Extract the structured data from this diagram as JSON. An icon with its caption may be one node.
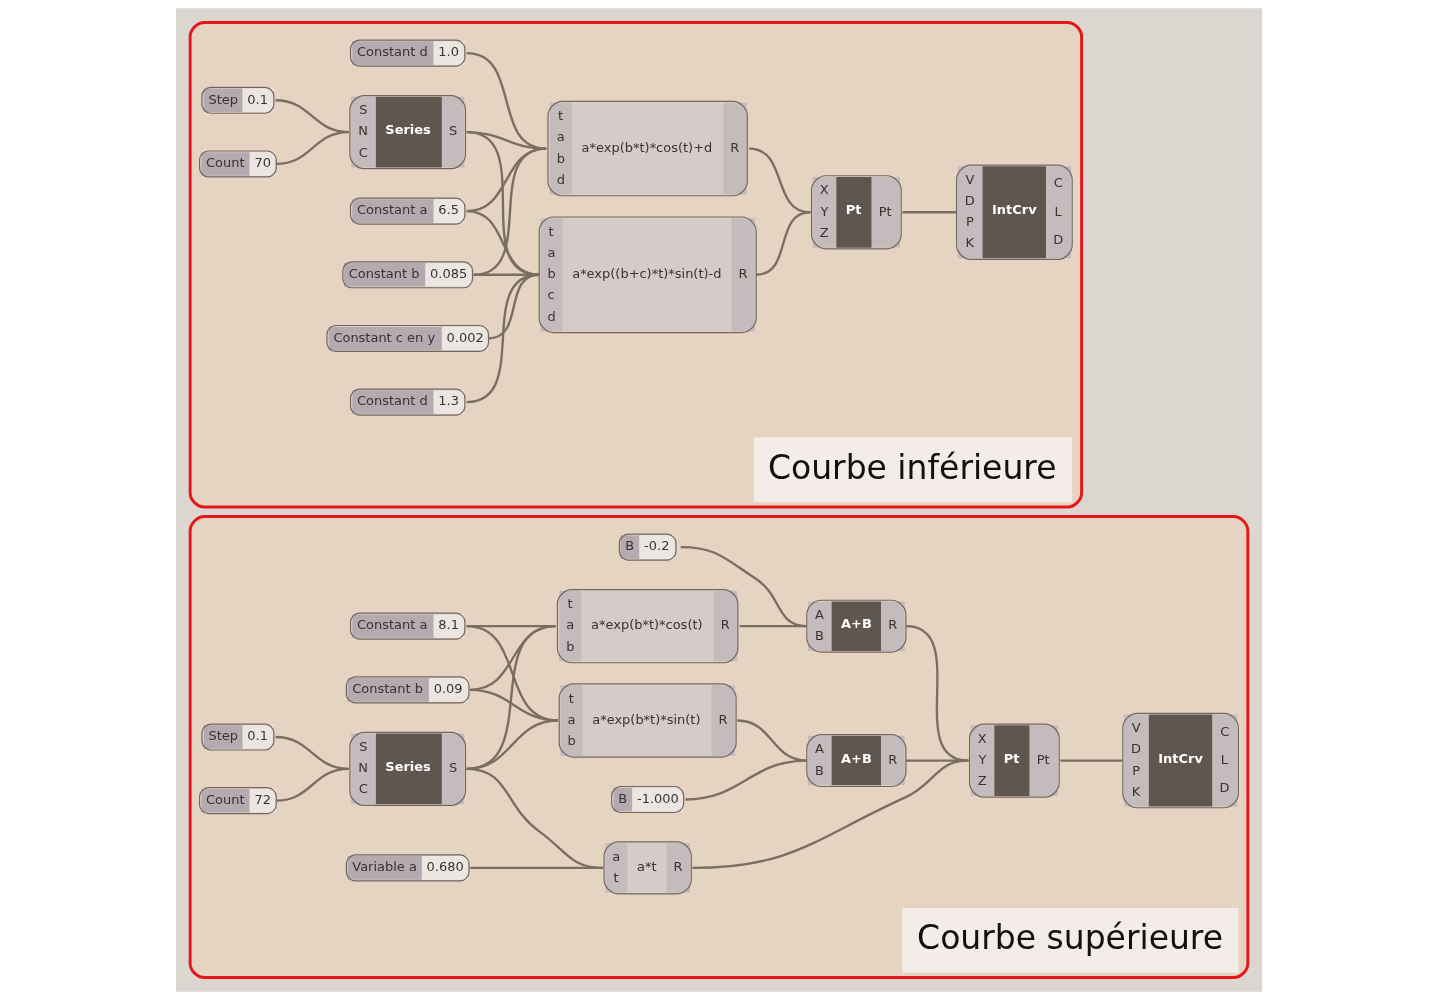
{
  "diagram": {
    "nodes": [
      {
        "text": [
          "Courbe supérieure"
        ]
      },
      {
        "text": [
          "Constant a",
          "8.1"
        ],
        "in": 0
      },
      {
        "text": [
          "Constant b",
          "0.09"
        ],
        "in": 0
      },
      {
        "text": [
          "Step",
          "0.1"
        ],
        "in": 0
      },
      {
        "text": [
          "Count",
          "72"
        ],
        "in": 0
      },
      {
        "text": [
          "Variable a",
          "0.680"
        ],
        "in": 0
      },
      {
        "text": [
          "S",
          "N",
          "C",
          "Series",
          "S"
        ],
        "in": 0
      },
      {
        "text": [
          "t",
          "a",
          "b",
          "a*exp(b*t)*cos(t)",
          "R"
        ],
        "in": 0
      },
      {
        "text": [
          "B",
          "-0.2"
        ],
        "in": 0
      },
      {
        "text": [
          "A",
          "B",
          "A+B",
          "R"
        ],
        "in": 0
      },
      {
        "text": [
          "t",
          "a",
          "b",
          "a*exp(b*t)*sin(t)",
          "R"
        ],
        "in": 0
      },
      {
        "text": [
          "A",
          "B",
          "A+B",
          "R"
        ],
        "in": 0
      },
      {
        "text": [
          "B",
          "-1.000"
        ],
        "in": 0
      },
      {
        "text": [
          "a",
          "t",
          "a*t",
          "R"
        ],
        "in": 0
      },
      {
        "text": [
          "X",
          "Y",
          "Z",
          "Pt",
          "Pt"
        ],
        "in": 0
      },
      {
        "text": [
          "V",
          "D",
          "P",
          "K",
          "IntCrv",
          "C",
          "L",
          "D"
        ],
        "in": 0
      },
      {
        "text": [
          "Courbe inférieure"
        ]
      },
      {
        "text": [
          "Constant d",
          "1.0"
        ],
        "in": 16
      },
      {
        "text": [
          "Constant a",
          "6.5"
        ],
        "in": 16
      },
      {
        "text": [
          "Constant b",
          "0.085"
        ],
        "in": 16
      },
      {
        "text": [
          "Step",
          "0.1"
        ],
        "in": 16
      },
      {
        "text": [
          "Count",
          "70"
        ],
        "in": 16
      },
      {
        "text": [
          "S",
          "N",
          "C",
          "Series",
          "S"
        ],
        "in": 16
      },
      {
        "text": [
          "t",
          "a",
          "b",
          "d",
          "a*exp(b*t)*cos(t)+d",
          "R"
        ],
        "in": 16
      },
      {
        "text": [
          "t",
          "a",
          "b",
          "c",
          "d",
          "a*exp((b+c)*t)*sin(t)-d",
          "R"
        ],
        "in": 16
      },
      {
        "text": [
          "Constant c en y",
          "0.002"
        ],
        "in": 16
      },
      {
        "text": [
          "Constant d",
          "1.3"
        ],
        "in": 16
      },
      {
        "text": [
          "X",
          "Y",
          "Z",
          "Pt",
          "Pt"
        ],
        "in": 16
      },
      {
        "text": [
          "V",
          "D",
          "P",
          "K",
          "IntCrv",
          "C",
          "L",
          "D"
        ],
        "in": 16
      }
    ],
    "edges": [
      {
        "from": 1,
        "to": 7,
        "arrow": "none"
      },
      {
        "from": 1,
        "to": 10,
        "arrow": "none"
      },
      {
        "from": 2,
        "to": 7,
        "arrow": "none"
      },
      {
        "from": 2,
        "to": 10,
        "arrow": "none"
      },
      {
        "from": 3,
        "to": 6,
        "arrow": "none"
      },
      {
        "from": 4,
        "to": 6,
        "arrow": "none"
      },
      {
        "from": 6,
        "to": 7,
        "arrow": "none"
      },
      {
        "from": 6,
        "to": 10,
        "arrow": "none"
      },
      {
        "from": 6,
        "to": 13,
        "arrow": "none"
      },
      {
        "from": 5,
        "to": 13,
        "arrow": "none"
      },
      {
        "from": 7,
        "to": 9,
        "arrow": "none"
      },
      {
        "from": 8,
        "to": 9,
        "arrow": "none"
      },
      {
        "from": 10,
        "to": 11,
        "arrow": "none"
      },
      {
        "from": 12,
        "to": 11,
        "arrow": "none"
      },
      {
        "from": 9,
        "to": 14,
        "arrow": "none"
      },
      {
        "from": 11,
        "to": 14,
        "arrow": "none"
      },
      {
        "from": 13,
        "to": 14,
        "arrow": "none"
      },
      {
        "from": 14,
        "to": 15,
        "arrow": "none"
      },
      {
        "from": 17,
        "to": 23,
        "arrow": "none"
      },
      {
        "from": 18,
        "to": 23,
        "arrow": "none"
      },
      {
        "from": 18,
        "to": 24,
        "arrow": "none"
      },
      {
        "from": 19,
        "to": 23,
        "arrow": "none"
      },
      {
        "from": 19,
        "to": 24,
        "arrow": "none"
      },
      {
        "from": 20,
        "to": 22,
        "arrow": "none"
      },
      {
        "from": 21,
        "to": 22,
        "arrow": "none"
      },
      {
        "from": 22,
        "to": 23,
        "arrow": "none"
      },
      {
        "from": 22,
        "to": 24,
        "arrow": "none"
      },
      {
        "from": 25,
        "to": 24,
        "arrow": "none"
      },
      {
        "from": 26,
        "to": 24,
        "arrow": "none"
      },
      {
        "from": 23,
        "to": 27,
        "arrow": "none"
      },
      {
        "from": 24,
        "to": 27,
        "arrow": "none"
      },
      {
        "from": 27,
        "to": 28,
        "arrow": "none"
      }
    ]
  }
}
